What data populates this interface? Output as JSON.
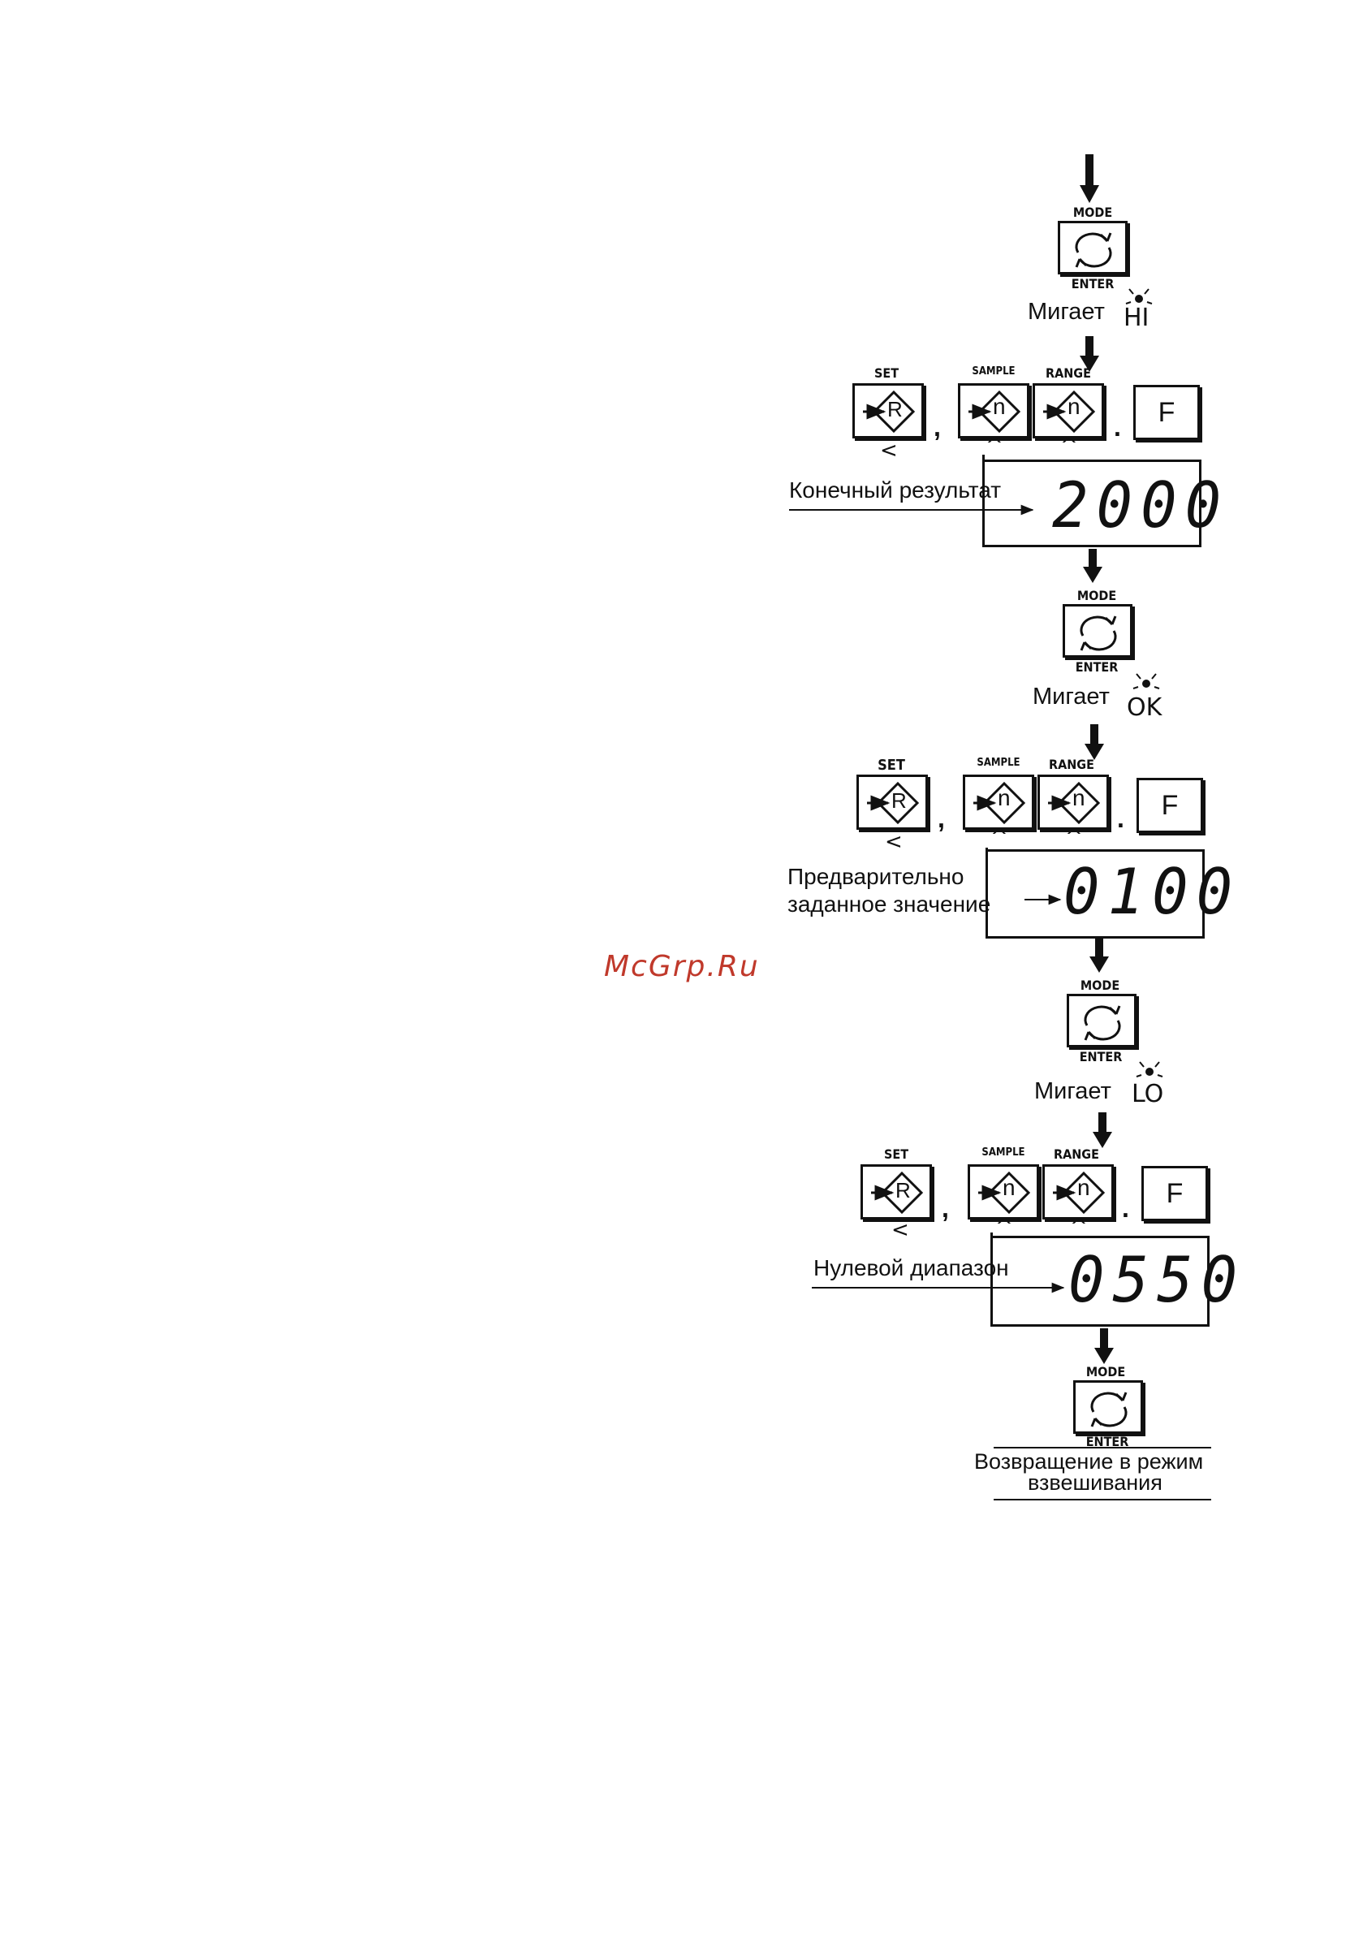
{
  "keys": {
    "mode": "MODE",
    "enter": "ENTER",
    "set": "SET",
    "sample": "SAMPLE",
    "range": "RANGE",
    "f": "F",
    "r_glyph": "R",
    "n_glyph": "n"
  },
  "steps": [
    {
      "blink_label": "Мигает",
      "blink_code": "HI"
    },
    {
      "blink_label": "Мигает",
      "blink_code": "OK"
    },
    {
      "blink_label": "Мигает",
      "blink_code": "LO"
    }
  ],
  "displays": [
    {
      "caption": "Конечный результат",
      "value": "2000"
    },
    {
      "caption_line1": "Предварительно",
      "caption_line2": "заданное значение",
      "value": "0100"
    },
    {
      "caption": "Нулевой диапазон",
      "value": "0550"
    }
  ],
  "final": {
    "line1": "Возвращение в режим",
    "line2": "взвешивания"
  },
  "watermark": "McGrp.Ru"
}
